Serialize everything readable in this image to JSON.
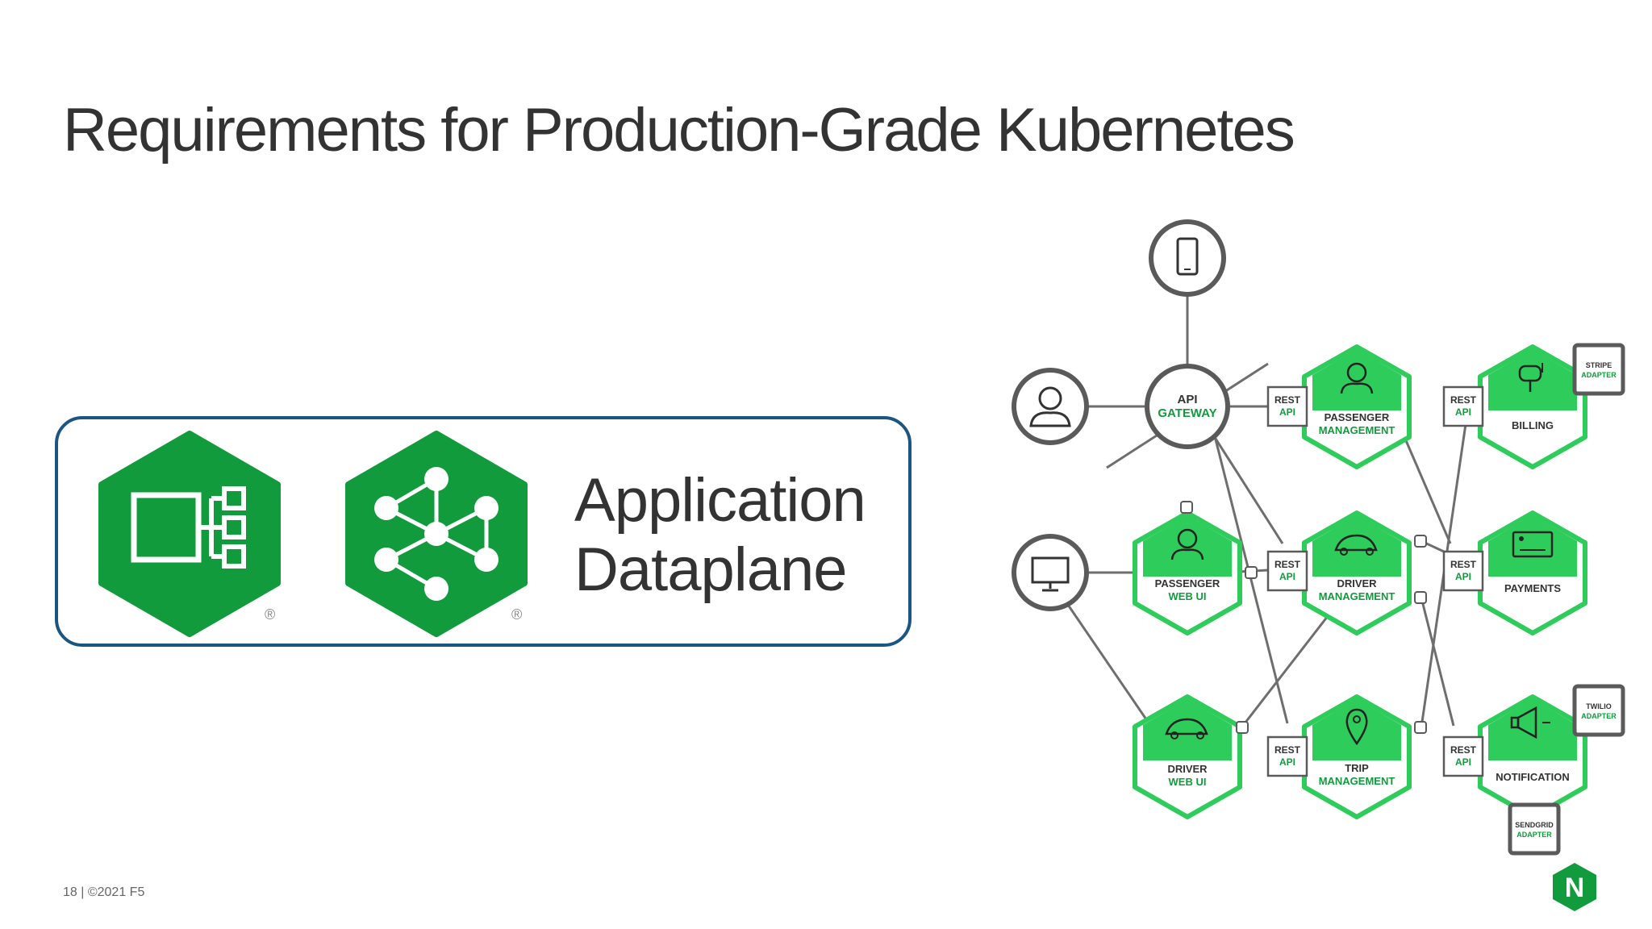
{
  "slide": {
    "title": "Requirements for Production-Grade Kubernetes",
    "footer": "18 | ©2021 F5"
  },
  "dataplane": {
    "line1": "Application",
    "line2": "Dataplane",
    "registered_mark": "®",
    "icons": [
      "nginx-controller-icon",
      "nginx-service-mesh-icon"
    ]
  },
  "diagram": {
    "api_gateway": {
      "line1": "API",
      "line2": "GATEWAY"
    },
    "rest_api": {
      "line1": "REST",
      "line2": "API"
    },
    "services": {
      "passenger_management": {
        "line1": "PASSENGER",
        "line2": "MANAGEMENT"
      },
      "billing": {
        "line1": "BILLING",
        "line2": ""
      },
      "passenger_web_ui": {
        "line1": "PASSENGER",
        "line2": "WEB UI"
      },
      "driver_management": {
        "line1": "DRIVER",
        "line2": "MANAGEMENT"
      },
      "payments": {
        "line1": "PAYMENTS",
        "line2": ""
      },
      "driver_web_ui": {
        "line1": "DRIVER",
        "line2": "WEB UI"
      },
      "trip_management": {
        "line1": "TRIP",
        "line2": "MANAGEMENT"
      },
      "notification": {
        "line1": "NOTIFICATION",
        "line2": ""
      }
    },
    "adapters": {
      "stripe": {
        "line1": "STRIPE",
        "line2": "ADAPTER"
      },
      "twilio": {
        "line1": "TWILIO",
        "line2": "ADAPTER"
      },
      "sendgrid": {
        "line1": "SENDGRID",
        "line2": "ADAPTER"
      }
    },
    "clients": [
      "mobile-phone-icon",
      "person-icon",
      "desktop-monitor-icon"
    ]
  },
  "logo": {
    "letter": "N"
  },
  "colors": {
    "green_bright": "#2ecc5a",
    "green_dark": "#119b3c",
    "text_dark": "#333333",
    "box_border": "#1b5582",
    "line_grey": "#6e6e6e"
  }
}
